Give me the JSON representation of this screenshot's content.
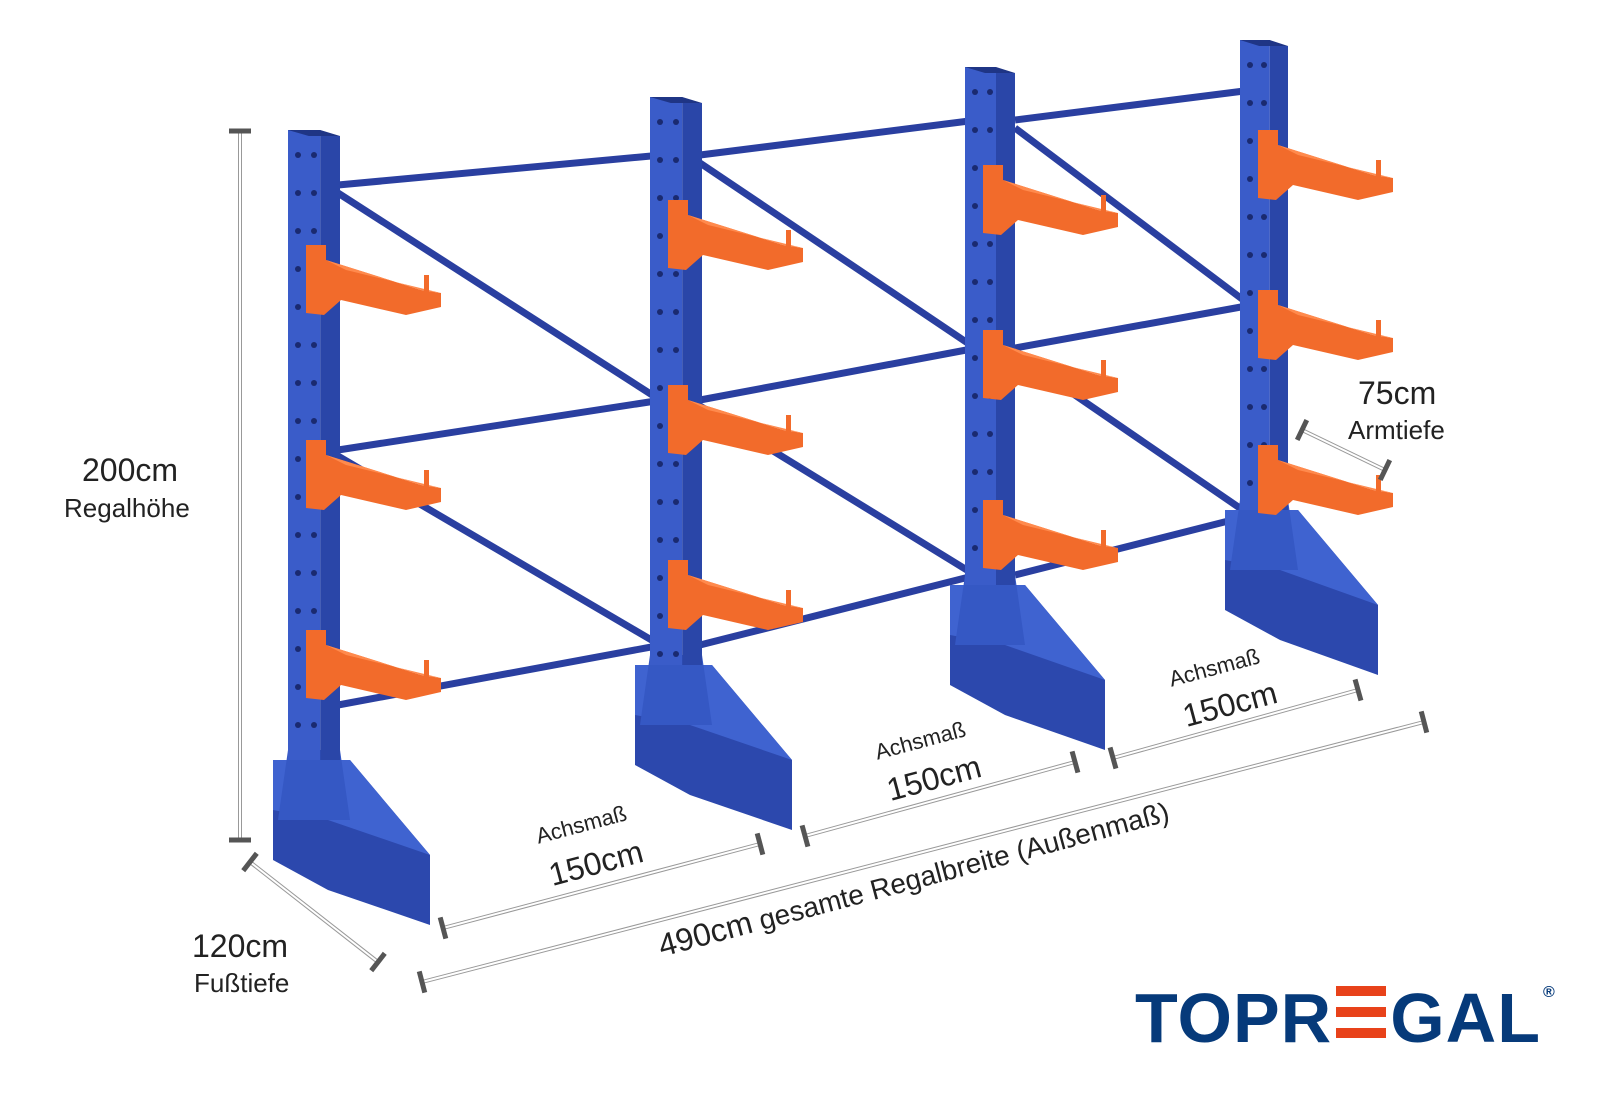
{
  "dimensions": {
    "height": {
      "value": "200cm",
      "label": "Regalhöhe"
    },
    "foot_depth": {
      "value": "120cm",
      "label": "Fußtiefe"
    },
    "arm_depth": {
      "value": "75cm",
      "label": "Armtiefe"
    },
    "bays": [
      {
        "label": "Achsmaß",
        "value": "150cm"
      },
      {
        "label": "Achsmaß",
        "value": "150cm"
      },
      {
        "label": "Achsmaß",
        "value": "150cm"
      }
    ],
    "total_width": {
      "value": "490cm",
      "label": "gesamte Regalbreite",
      "note": "(Außenmaß)"
    }
  },
  "logo": {
    "before": "TOPR",
    "after": "GAL",
    "mark": "®",
    "full": "TOPREGAL"
  },
  "colors": {
    "frame": "#3050b8",
    "arm": "#f26b2b",
    "logo_blue": "#063a7a",
    "logo_red": "#e8421a",
    "dim_line": "#555555"
  }
}
